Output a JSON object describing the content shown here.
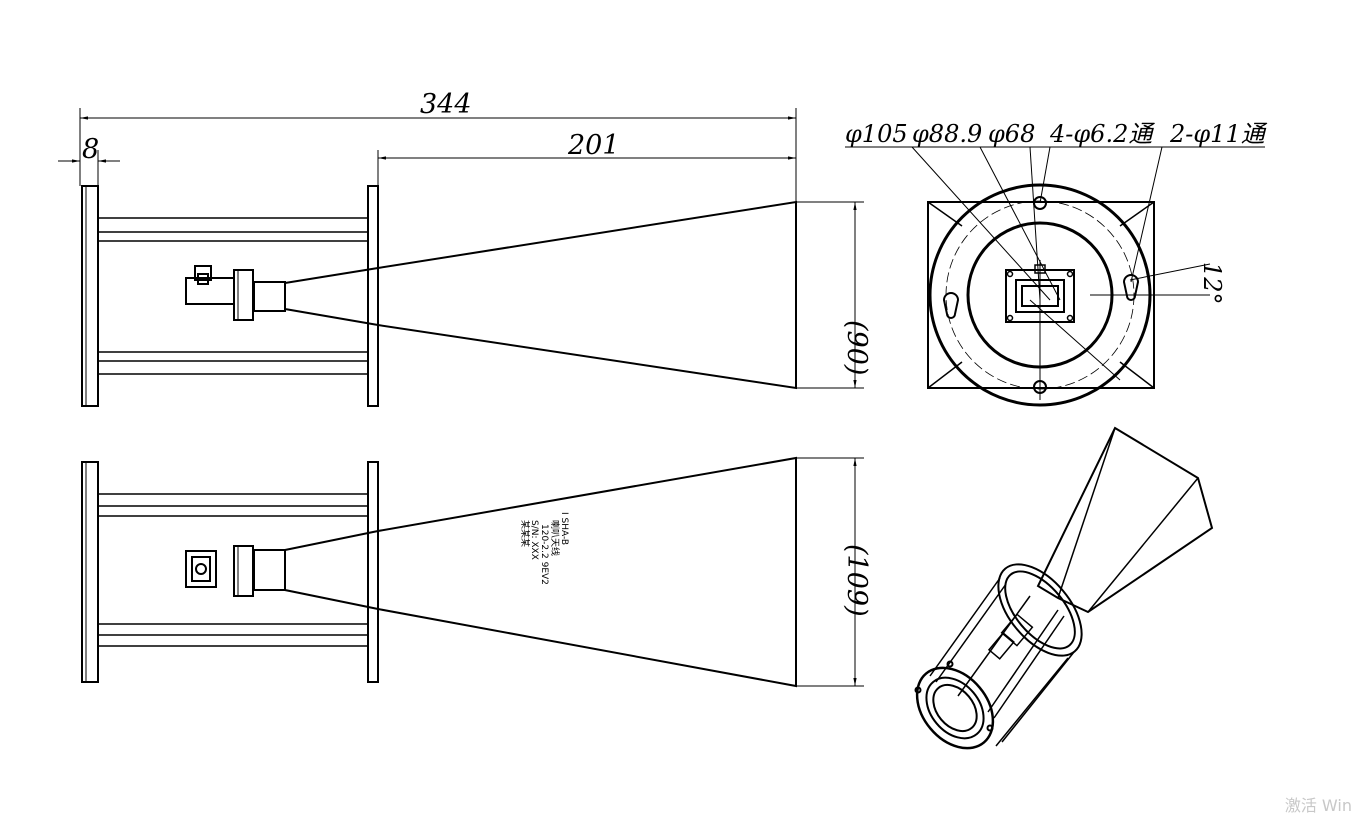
{
  "dimensions": {
    "overall_length": "344",
    "flange_thickness": "8",
    "horn_length": "201",
    "aperture_h_top": "(90)",
    "aperture_h_bottom": "(109)",
    "angle": "12°"
  },
  "callouts": {
    "dia_105": "φ105",
    "dia_88_9": "φ88.9",
    "dia_68": "φ68",
    "holes_4": "4-φ6.2通",
    "holes_2": "2-φ11通"
  },
  "nameplate": {
    "line1": "喇叭天线",
    "line2": "I SHA-B",
    "line3": "120-2.2 9EV2",
    "line4": "S/N: XXX",
    "line5": "某某某"
  },
  "watermark": "激活 Win"
}
